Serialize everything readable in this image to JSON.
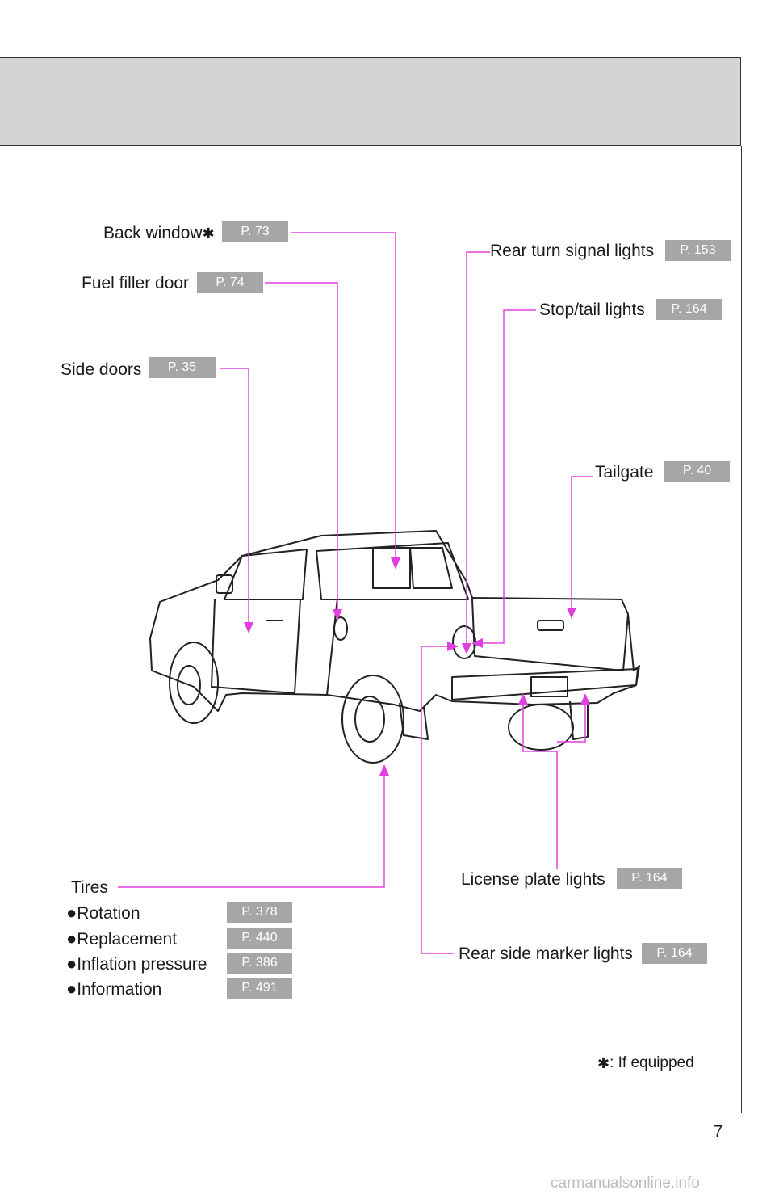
{
  "callouts": {
    "back_window": {
      "label": "Back window",
      "page": "P. 73"
    },
    "fuel_filler_door": {
      "label": "Fuel filler door",
      "page": "P. 74"
    },
    "side_doors": {
      "label": "Side doors",
      "page": "P. 35"
    },
    "rear_turn_signal_lights": {
      "label": "Rear turn signal lights",
      "page": "P. 153"
    },
    "stop_tail_lights": {
      "label": "Stop/tail lights",
      "page": "P. 164"
    },
    "tailgate": {
      "label": "Tailgate",
      "page": "P. 40"
    },
    "license_plate_lights": {
      "label": "License plate lights",
      "page": "P. 164"
    },
    "rear_side_marker_lights": {
      "label": "Rear side marker lights",
      "page": "P. 164"
    }
  },
  "tires": {
    "title": "Tires",
    "items": [
      {
        "label": "Rotation",
        "page": "P. 378"
      },
      {
        "label": "Replacement",
        "page": "P. 440"
      },
      {
        "label": "Inflation pressure",
        "page": "P. 386"
      },
      {
        "label": "Information",
        "page": "P. 491"
      }
    ]
  },
  "footnote": {
    "symbol": "✱",
    "text": ": If equipped"
  },
  "page_number": "7",
  "watermark": "carmanualsonline.info",
  "colors": {
    "leader": "#e040e0",
    "badge": "#a6a6a6",
    "header": "#d4d4d4"
  }
}
